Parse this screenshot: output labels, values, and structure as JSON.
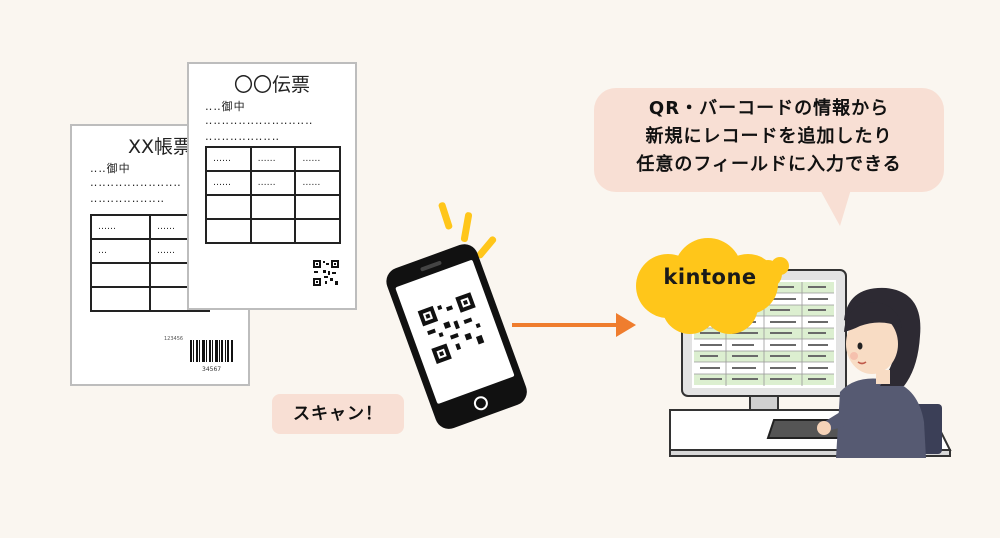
{
  "doc_back": {
    "title": "XX帳票",
    "addressee": "‥‥御中",
    "dots1": "‥‥‥‥‥‥‥‥‥‥‥",
    "dots2": "‥‥‥‥‥‥‥‥‥",
    "cells": [
      [
        "……",
        "……"
      ],
      [
        "…",
        "……"
      ],
      [
        "",
        ""
      ],
      [
        "",
        ""
      ]
    ],
    "barcode_number": "34567",
    "barcode_small": "123456"
  },
  "doc_front": {
    "title": "〇〇伝票",
    "addressee": "‥‥御中",
    "dots1": "‥‥‥‥‥‥‥‥‥‥‥‥‥",
    "dots2": "‥‥‥‥‥‥‥‥‥",
    "cells": [
      [
        "……",
        "……",
        "……"
      ],
      [
        "……",
        "……",
        "……"
      ],
      [
        "",
        "",
        ""
      ],
      [
        "",
        "",
        ""
      ]
    ]
  },
  "scan": {
    "label": "スキャン！"
  },
  "bubble": {
    "line1": "QR・バーコードの情報から",
    "line2": "新規にレコードを追加したり",
    "line3": "任意のフィールドに入力できる"
  },
  "kintone": {
    "label": "kintone"
  },
  "colors": {
    "background": "#faf6f0",
    "bubble": "#f8dfd4",
    "kintone_yellow": "#ffc61a",
    "arrow": "#ef7d2e",
    "screen_row_green": "#dcefd0"
  },
  "icons": [
    "qr-code-icon",
    "barcode-icon",
    "smartphone-icon",
    "arrow-right-icon",
    "cloud-icon",
    "monitor-icon",
    "person-icon",
    "keyboard-icon"
  ]
}
